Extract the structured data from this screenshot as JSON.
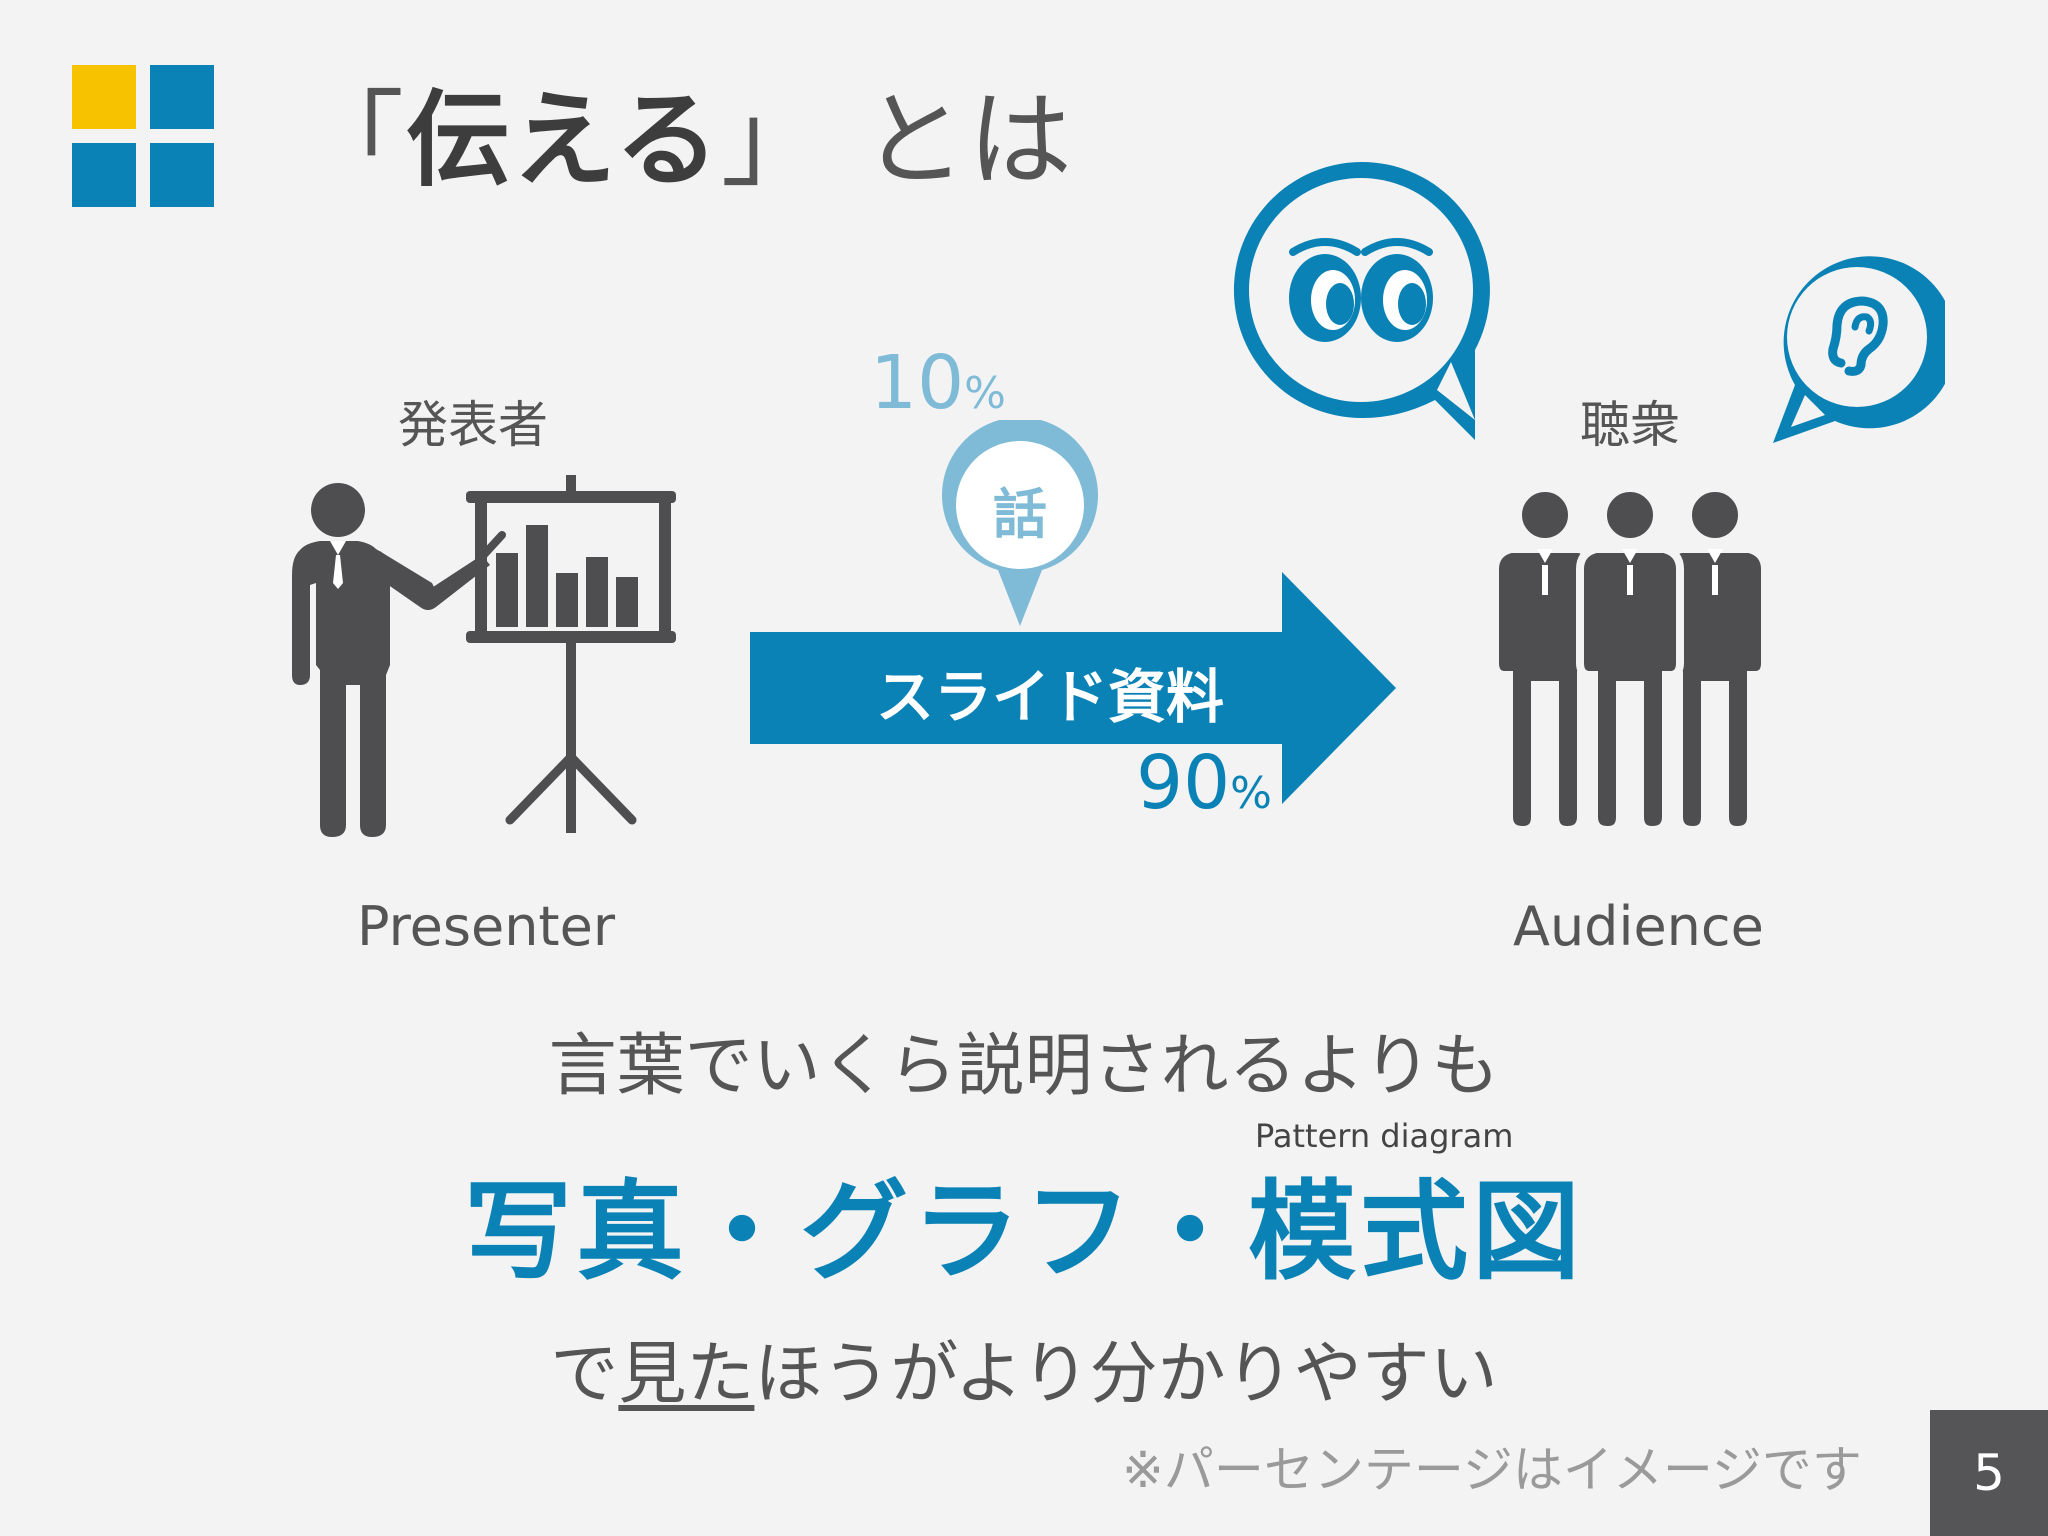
{
  "title": {
    "open_bracket": "「",
    "keyword": "伝える",
    "close_bracket": "」",
    "suffix": "とは"
  },
  "presenter": {
    "label_jp": "発表者",
    "label_en": "Presenter"
  },
  "audience": {
    "label_jp": "聴衆",
    "label_en": "Audience"
  },
  "speech": {
    "percent_value": "10",
    "percent_sign": "%",
    "word": "話"
  },
  "slides": {
    "label": "スライド資料",
    "percent_value": "90",
    "percent_sign": "%"
  },
  "message": {
    "line1": "言葉でいくら説明されるよりも",
    "line2": "写真・グラフ・模式図",
    "pattern_note": "Pattern diagram",
    "line3_prefix": "で",
    "line3_underlined": "見た",
    "line3_suffix": "ほうがより分かりやすい"
  },
  "footnote": "※パーセンテージはイメージです",
  "page_number": "5",
  "colors": {
    "accent_blue": "#0a82b5",
    "light_blue": "#7fbbd6",
    "logo_yellow": "#f7c200",
    "figure_gray": "#4e4e50",
    "text_gray": "#555555",
    "background": "#f3f3f4"
  },
  "icons": [
    "logo-squares-icon",
    "presenter-icon",
    "easel-chart-icon",
    "audience-icon",
    "eyes-bubble-icon",
    "ear-bubble-icon",
    "speech-pin-icon",
    "arrow-icon"
  ]
}
